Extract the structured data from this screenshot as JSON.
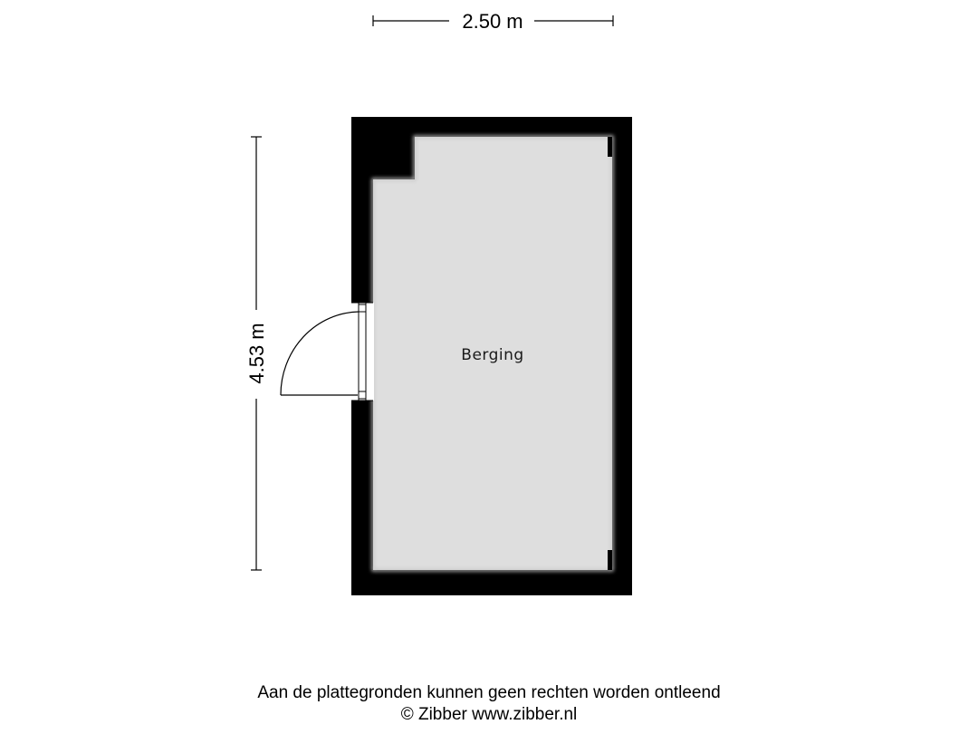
{
  "dimensions": {
    "width_label": "2.50 m",
    "height_label": "4.53 m"
  },
  "rooms": [
    {
      "name": "Berging"
    }
  ],
  "footer": {
    "disclaimer": "Aan de plattegronden kunnen geen rechten worden ontleend",
    "copyright": "© Zibber www.zibber.nl"
  },
  "colors": {
    "wall": "#000000",
    "floor": "#dedede",
    "background": "#ffffff"
  }
}
